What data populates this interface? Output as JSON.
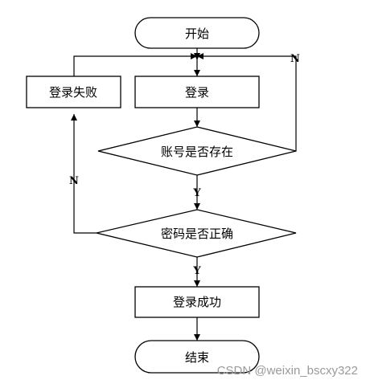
{
  "nodes": {
    "start": "开始",
    "login": "登录",
    "login_fail": "登录失败",
    "check_account": "账号是否存在",
    "check_password": "密码是否正确",
    "login_success": "登录成功",
    "end": "结束"
  },
  "edges": {
    "account_no": "N",
    "account_yes": "Y",
    "password_no": "N",
    "password_yes": "Y"
  },
  "watermark": "CSDN @weixin_bscxy322"
}
